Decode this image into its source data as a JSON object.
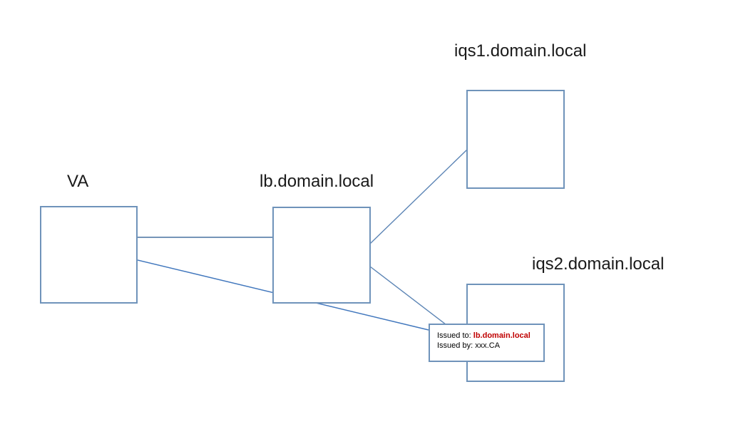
{
  "diagram": {
    "nodes": {
      "va": {
        "label": "VA"
      },
      "lb": {
        "label": "lb.domain.local"
      },
      "iqs1": {
        "label": "iqs1.domain.local"
      },
      "iqs2": {
        "label": "iqs2.domain.local"
      }
    },
    "certificate": {
      "issued_to_prefix": "Issued to: ",
      "issued_to_value": "lb.domain.local",
      "issued_by": "Issued by: xxx.CA"
    },
    "connections": [
      {
        "from": "va",
        "to": "lb",
        "style": "plain"
      },
      {
        "from": "lb",
        "to": "iqs1",
        "style": "plain"
      },
      {
        "from": "lb",
        "to": "iqs2",
        "style": "plain"
      },
      {
        "from": "certificate",
        "to": "va",
        "style": "arrow"
      }
    ],
    "colors": {
      "box_border": "#6f93ba",
      "connector": "#7595b8",
      "diagonal_connector": "#5c85b5",
      "arrow_line": "#4177bd",
      "arrow_head": "#2c5aa0",
      "cert_value_red": "#c00000",
      "text": "#1a1a1a"
    }
  }
}
